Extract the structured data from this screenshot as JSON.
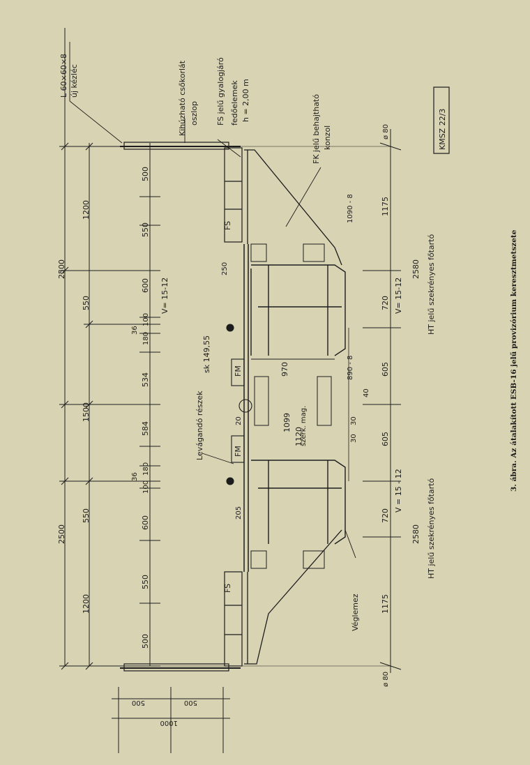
{
  "labels": {
    "angle_profile": "L 60×60×8",
    "new_rail": "új kézléc",
    "pullout_railing": "Kihúzható csőkorlát",
    "post": "oszlop",
    "fs_walkway": "FS jelű gyalogjáró",
    "cover_elements": "fedőelemek",
    "height": "h = 2,00 m",
    "fk_console": "FK jelű behajtható",
    "console": "konzol",
    "kmsz": "KMSZ 22/3",
    "fs_left": "FS",
    "fs_right": "FS",
    "removable_parts": "Levágandó részek",
    "sk": "sk 149,55",
    "fm_top": "FM",
    "fm_bottom": "FM",
    "end_plate": "Véglemez",
    "girder_upper": "HT jelű szekrényes főtartó",
    "girder_lower": "HT jelű szekrényes főtartó",
    "struct_height": "szerk. mag.",
    "plate_1090": "1090 - 8",
    "plate_890": "890 - 8"
  },
  "dims": {
    "d2500_top": "2500",
    "d1200_top": "1200",
    "d550_top": "550",
    "d1500": "1500",
    "d550_bottom": "550",
    "d1200_bottom": "1200",
    "d2500_bottom": "2500",
    "d500_a": "500",
    "d550_a": "550",
    "d600_a": "600",
    "d100_a": "100",
    "d180_a": "180",
    "d534": "534",
    "d584": "584",
    "d180_b": "180",
    "d100_b": "100",
    "d600_b": "600",
    "d550_b": "550",
    "d500_b": "500",
    "d36_a": "36",
    "d36_b": "36",
    "v_upper": "V= 15-12",
    "v_upper_right": "V= 15-12",
    "v_lower_right": "V = 15 - 12",
    "d250": "250",
    "d205": "205",
    "d20": "20",
    "d970": "970",
    "d1099": "1099",
    "d1120": "1120",
    "d30_a": "30",
    "d30_b": "30",
    "d40": "40",
    "r1175_top": "1175",
    "r2580_top": "2580",
    "r720_top": "720",
    "r605_top": "605",
    "r605_bottom": "605",
    "r720_bottom": "720",
    "r2580_bottom": "2580",
    "r1175_bottom": "1175",
    "phi80_top": "ø 80",
    "phi80_bottom": "ø 80",
    "side500_a": "500",
    "side500_b": "500",
    "side1000": "1000"
  },
  "caption": "3. ábra. Az átalakított ESB-16 jelű provizórium keresztmetszete"
}
